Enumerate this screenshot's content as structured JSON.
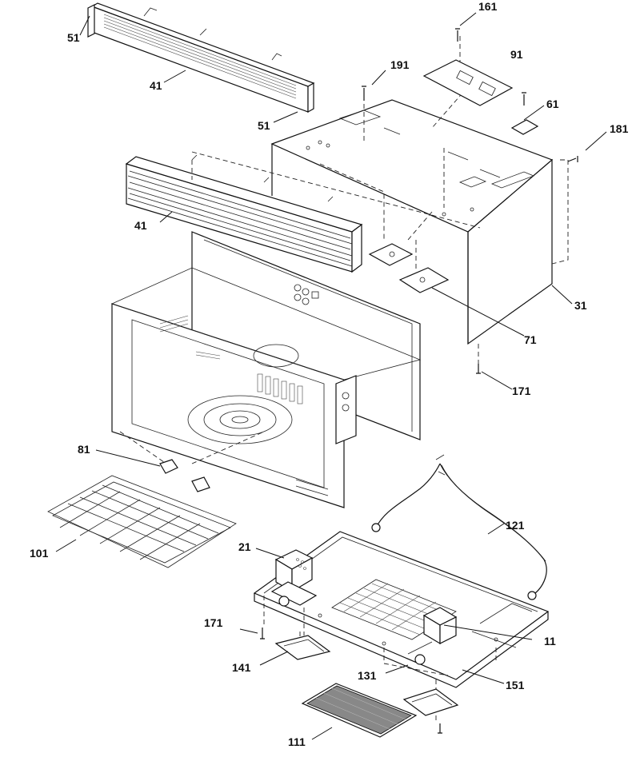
{
  "callouts": {
    "c51a": "51",
    "c41a": "41",
    "c51b": "51",
    "c161": "161",
    "c91": "91",
    "c191": "191",
    "c61": "61",
    "c181": "181",
    "c41b": "41",
    "c31": "31",
    "c71": "71",
    "c171a": "171",
    "c81": "81",
    "c121": "121",
    "c101": "101",
    "c21": "21",
    "c11": "11",
    "c171b": "171",
    "c141": "141",
    "c131": "131",
    "c151": "151",
    "c111": "111"
  }
}
